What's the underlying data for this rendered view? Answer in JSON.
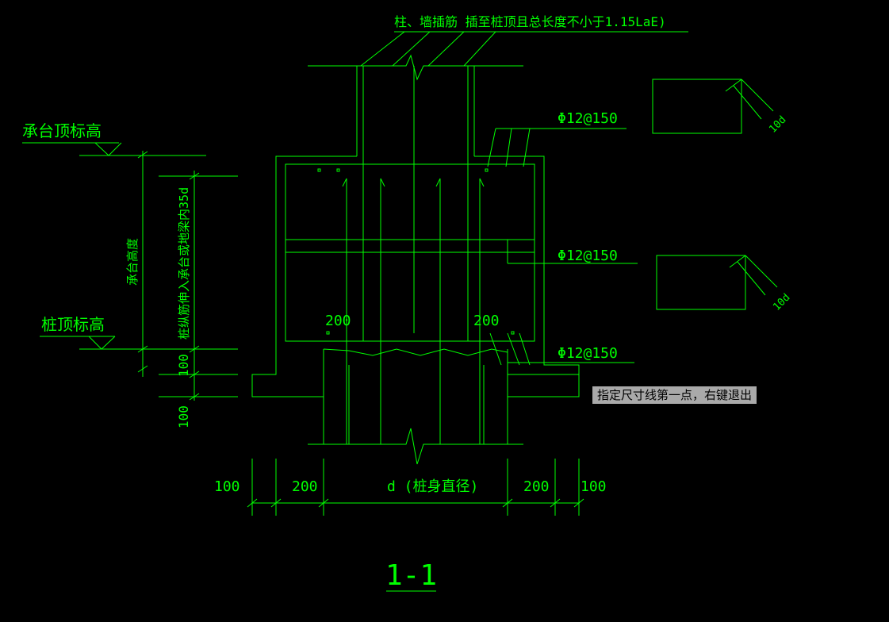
{
  "drawing": {
    "title_note": "柱、墙插筋 插至桩顶且总长度不小于1.15LaE)",
    "labels": {
      "cap_top_elev": "承台顶标高",
      "pile_top_elev": "桩顶标高",
      "cap_height": "承台高度",
      "anchor_note": "桩纵筋伸入承台或地梁内35d",
      "rebar_1": "Φ12@150",
      "rebar_2": "Φ12@150",
      "rebar_3": "Φ12@150",
      "hook_1": "10d",
      "hook_2": "10d",
      "dim_200_left": "200",
      "dim_200_right": "200",
      "dim_100_v": "100",
      "dim_100_v2": "100",
      "dim_bottom_100_l": "100",
      "dim_bottom_200_l": "200",
      "dim_bottom_d": "d (桩身直径)",
      "dim_bottom_200_r": "200",
      "dim_bottom_100_r": "100",
      "section_label": "1-1"
    }
  },
  "command_tooltip": "指定尺寸线第一点，右键退出",
  "colors": {
    "background": "#000000",
    "linework": "#00ff00",
    "tooltip_bg": "#a9a9a9"
  }
}
